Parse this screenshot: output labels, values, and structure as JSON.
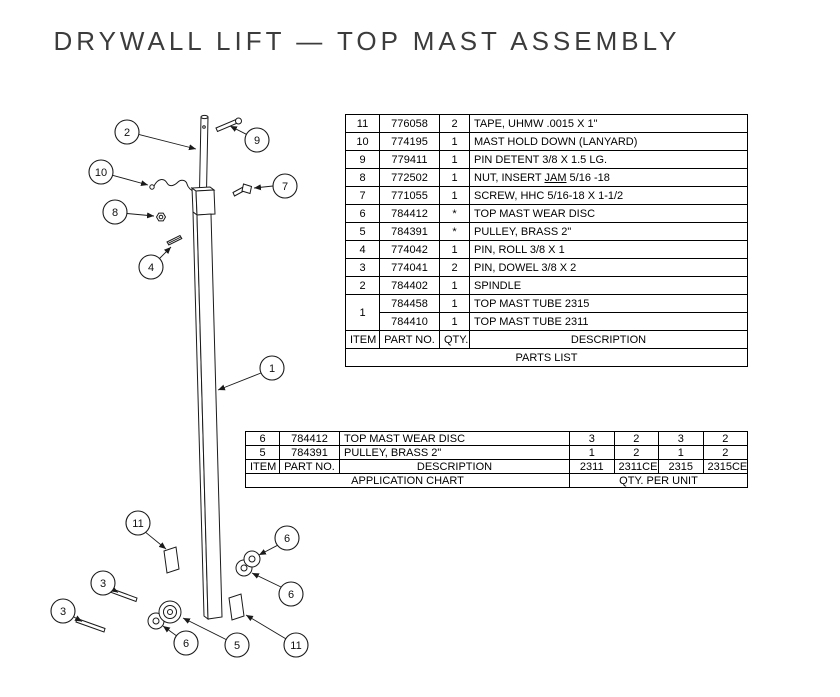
{
  "title": "DRYWALL LIFT — TOP MAST ASSEMBLY",
  "parts_list": {
    "caption": "PARTS LIST",
    "headers": {
      "item": "ITEM",
      "part_no": "PART NO.",
      "qty": "QTY.",
      "description": "DESCRIPTION"
    },
    "rows": [
      {
        "item": "11",
        "part_no": "776058",
        "qty": "2",
        "description": "TAPE, UHMW .0015 X 1\""
      },
      {
        "item": "10",
        "part_no": "774195",
        "qty": "1",
        "description": "MAST HOLD DOWN (LANYARD)"
      },
      {
        "item": "9",
        "part_no": "779411",
        "qty": "1",
        "description": "PIN DETENT 3/8 X 1.5 LG."
      },
      {
        "item": "8",
        "part_no": "772502",
        "qty": "1",
        "desc_pre": "NUT, INSERT ",
        "desc_jam": "JAM",
        "desc_post": " 5/16 -18"
      },
      {
        "item": "7",
        "part_no": "771055",
        "qty": "1",
        "description": "SCREW, HHC 5/16-18 X 1-1/2"
      },
      {
        "item": "6",
        "part_no": "784412",
        "qty": "*",
        "description": "TOP MAST WEAR DISC"
      },
      {
        "item": "5",
        "part_no": "784391",
        "qty": "*",
        "description": "PULLEY, BRASS 2\""
      },
      {
        "item": "4",
        "part_no": "774042",
        "qty": "1",
        "description": "PIN, ROLL 3/8 X 1"
      },
      {
        "item": "3",
        "part_no": "774041",
        "qty": "2",
        "description": "PIN, DOWEL 3/8 X 2"
      },
      {
        "item": "2",
        "part_no": "784402",
        "qty": "1",
        "description": "SPINDLE"
      },
      {
        "item": "1",
        "part_no": "784458",
        "qty": "1",
        "description": "TOP MAST TUBE 2315"
      },
      {
        "item": "1",
        "part_no": "784410",
        "qty": "1",
        "description": "TOP MAST TUBE 2311"
      }
    ]
  },
  "application_chart": {
    "caption": "APPLICATION CHART",
    "qty_caption": "QTY. PER UNIT",
    "headers": {
      "item": "ITEM",
      "part_no": "PART NO.",
      "description": "DESCRIPTION",
      "models": [
        "2311",
        "2311CE",
        "2315",
        "2315CE"
      ]
    },
    "rows": [
      {
        "item": "6",
        "part_no": "784412",
        "description": "TOP MAST WEAR DISC",
        "qty": [
          "3",
          "2",
          "3",
          "2"
        ]
      },
      {
        "item": "5",
        "part_no": "784391",
        "description": "PULLEY, BRASS 2\"",
        "qty": [
          "1",
          "2",
          "1",
          "2"
        ]
      }
    ]
  },
  "drawing": {
    "balloons": {
      "b1": "1",
      "b2": "2",
      "b3a": "3",
      "b3b": "3",
      "b4": "4",
      "b5": "5",
      "b6a": "6",
      "b6b": "6",
      "b6c": "6",
      "b7": "7",
      "b8": "8",
      "b9": "9",
      "b10": "10",
      "b11a": "11",
      "b11b": "11"
    }
  }
}
